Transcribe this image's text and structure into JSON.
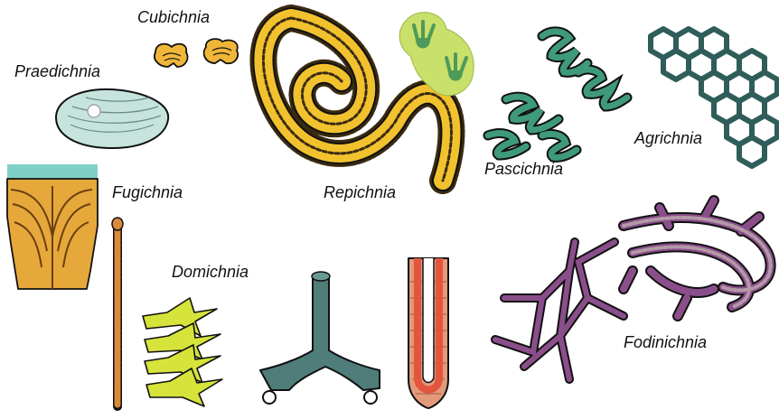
{
  "labels": {
    "cubichnia": "Cubichnia",
    "praedichnia": "Praedichnia",
    "repichnia": "Repichnia",
    "pascichnia": "Pascichnia",
    "agrichnia": "Agrichnia",
    "fugichnia": "Fugichnia",
    "domichnia": "Domichnia",
    "fodinichnia": "Fodinichnia"
  },
  "colors": {
    "cubichnia": "#f0b63a",
    "praedichnia": "#c7e3dd",
    "repichnia_body": "#f2c12e",
    "repichnia_fringe": "#3a2a10",
    "footprints_bg": "#c9e06a",
    "footprints": "#4f9a5a",
    "pascichnia": "#3f9a7a",
    "agrichnia": "#2f5d5a",
    "fugichnia_top": "#7fd0c8",
    "fugichnia_sediment": "#e6a83a",
    "fugichnia_rod": "#d98a3a",
    "domichnia_yellow": "#d6e33a",
    "domichnia_teal": "#4f7d7a",
    "domichnia_red": "#e2553f",
    "domichnia_salmon": "#e29a7a",
    "fodinichnia_purple": "#8a4f8a",
    "fodinichnia_grey": "#b39aa6"
  },
  "icons": [
    "bivalve-shell-icon",
    "resting-trace-icon",
    "crawling-trail-icon",
    "footprint-icon",
    "meandering-grazing-trail-icon",
    "hexagonal-network-icon",
    "escape-structure-icon",
    "vertical-burrow-icon",
    "spreite-burrow-icon",
    "branching-burrow-icon",
    "u-shaped-burrow-icon",
    "feeding-burrow-system-icon"
  ]
}
